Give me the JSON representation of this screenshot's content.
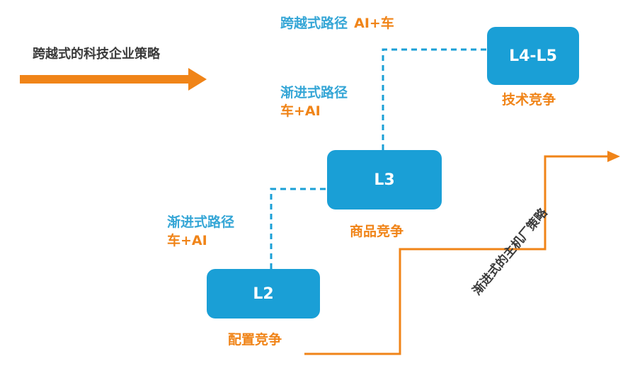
{
  "leap_strategy_title": "跨越式的科技企业策略",
  "top_path": {
    "label": "跨越式路径",
    "tag": "AI+车"
  },
  "mid_path": {
    "label": "渐进式路径",
    "tag": "车+AI"
  },
  "low_path": {
    "label": "渐进式路径",
    "tag": "车+AI"
  },
  "levels": {
    "l45": {
      "label": "L4-L5",
      "caption": "技术竞争"
    },
    "l3": {
      "label": "L3",
      "caption": "商品竞争"
    },
    "l2": {
      "label": "L2",
      "caption": "配置竞争"
    }
  },
  "oem_strategy_label": "渐进式的主机厂策略",
  "colors": {
    "box_blue": "#1a9fd6",
    "dash_blue": "#1a9fd6",
    "orange": "#f08418",
    "label_blue": "#35a6d6"
  }
}
